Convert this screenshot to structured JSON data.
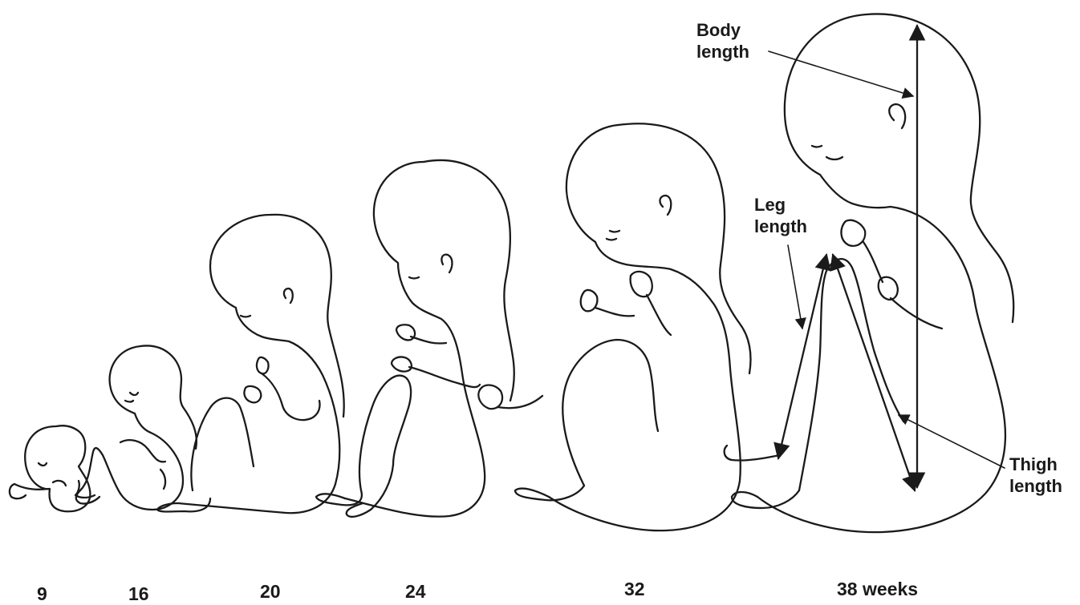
{
  "stages": [
    {
      "age": "9"
    },
    {
      "age": "16"
    },
    {
      "age": "20"
    },
    {
      "age": "24"
    },
    {
      "age": "32"
    },
    {
      "age": "38 weeks"
    }
  ],
  "measurements": {
    "body": {
      "line1": "Body",
      "line2": "length"
    },
    "leg": {
      "line1": "Leg",
      "line2": "length"
    },
    "thigh": {
      "line1": "Thigh",
      "line2": "length"
    }
  },
  "colors": {
    "ink": "#1a1a1a",
    "paper": "#ffffff"
  }
}
